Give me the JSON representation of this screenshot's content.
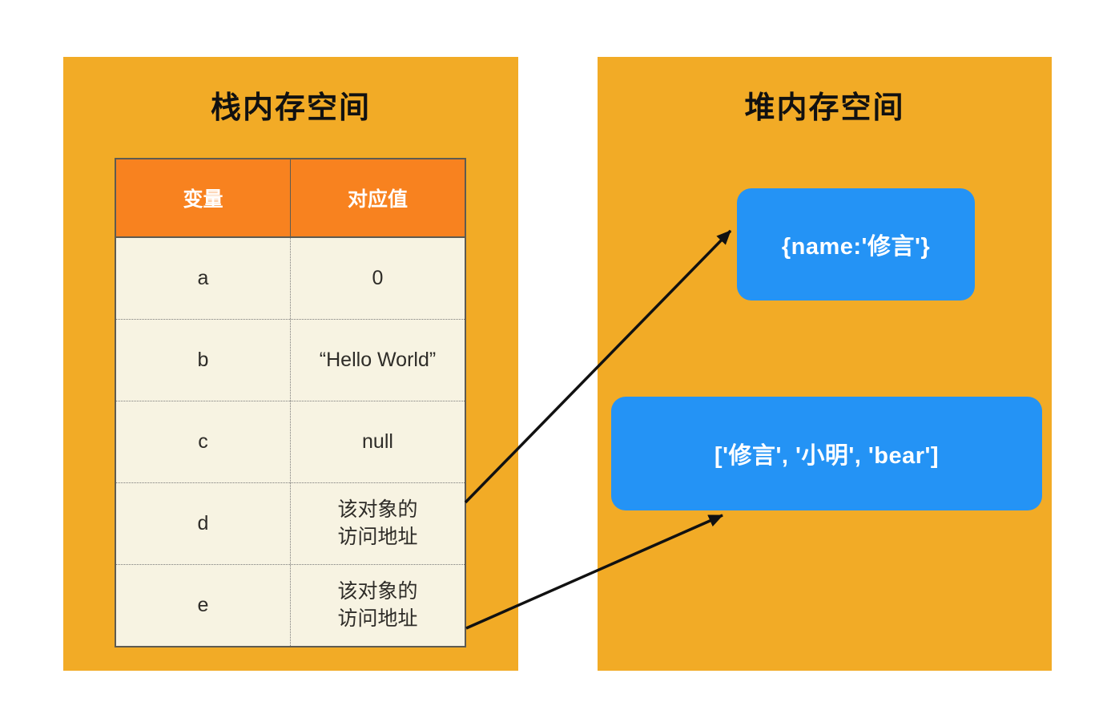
{
  "colors": {
    "page_bg": "#ffffff",
    "panel_bg": "#F2AB26",
    "table_header_bg": "#F8821F",
    "table_body_bg": "#F7F3E2",
    "table_border": "#5E5B51",
    "dotted_line": "#7a7a7a",
    "object_box_bg": "#2493F5",
    "header_text": "#ffffff",
    "cell_text": "#2E2C28",
    "box_text": "#ffffff",
    "title_text": "#111111",
    "arrow": "#111111"
  },
  "stack_panel": {
    "title": "栈内存空间",
    "table": {
      "headers": [
        "变量",
        "对应值"
      ],
      "rows": [
        {
          "variable": "a",
          "value": "0"
        },
        {
          "variable": "b",
          "value": "“Hello World”"
        },
        {
          "variable": "c",
          "value": "null"
        },
        {
          "variable": "d",
          "value": "该对象的\n访问地址"
        },
        {
          "variable": "e",
          "value": "该对象的\n访问地址"
        }
      ]
    }
  },
  "heap_panel": {
    "title": "堆内存空间",
    "objects": [
      {
        "label": "{name:'修言'}"
      },
      {
        "label": "['修言', '小明', 'bear']"
      }
    ]
  },
  "references": [
    {
      "from": "d",
      "to": "{name:'修言'}"
    },
    {
      "from": "e",
      "to": "['修言', '小明', 'bear']"
    }
  ]
}
